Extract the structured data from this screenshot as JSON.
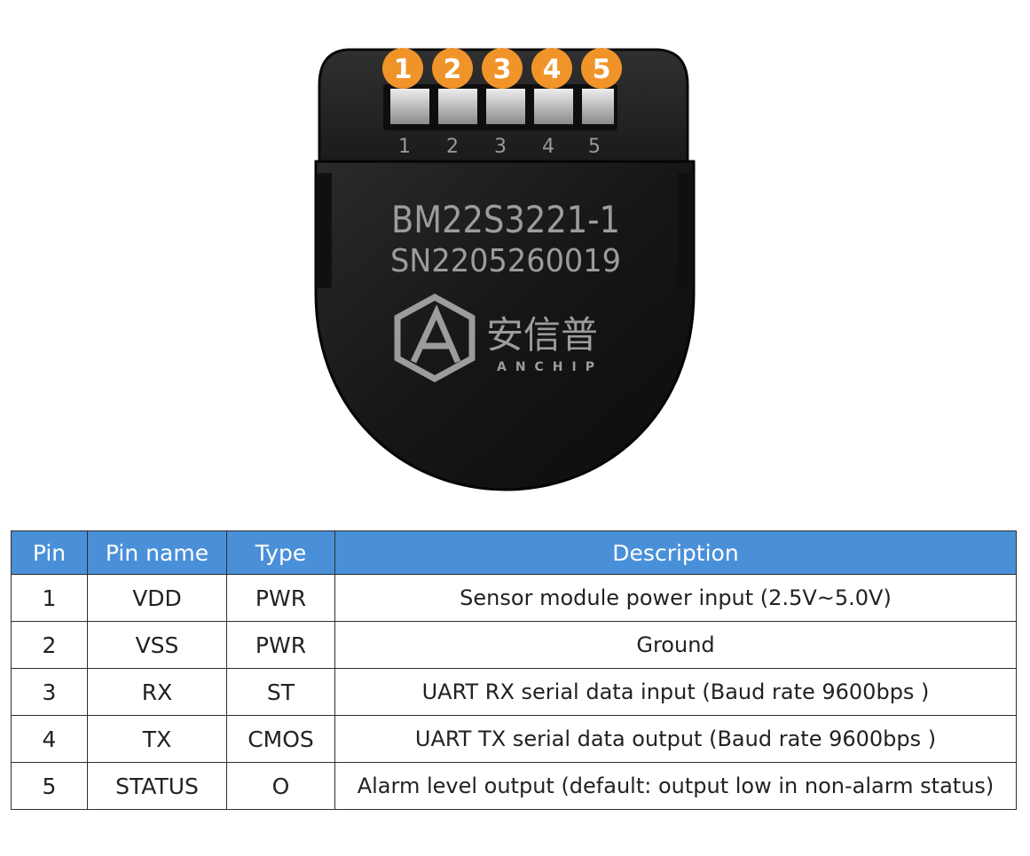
{
  "module": {
    "model": "BM22S3221-1",
    "serial": "SN2205260019",
    "brand_cn": "安信普",
    "brand_en": "ANCHIP",
    "pin_callouts": [
      "1",
      "2",
      "3",
      "4",
      "5"
    ],
    "pin_silkscreen": [
      "1",
      "2",
      "3",
      "4",
      "5"
    ],
    "callout_color": "#f0942a"
  },
  "table": {
    "header_color": "#4a90d9",
    "headers": {
      "pin": "Pin",
      "pin_name": "Pin name",
      "type": "Type",
      "description": "Description"
    },
    "rows": [
      {
        "pin": "1",
        "name": "VDD",
        "type": "PWR",
        "description": "Sensor module power input (2.5V~5.0V)"
      },
      {
        "pin": "2",
        "name": "VSS",
        "type": "PWR",
        "description": "Ground"
      },
      {
        "pin": "3",
        "name": "RX",
        "type": "ST",
        "description": "UART RX serial data input (Baud rate 9600bps )"
      },
      {
        "pin": "4",
        "name": "TX",
        "type": "CMOS",
        "description": "UART TX serial data output (Baud rate 9600bps )"
      },
      {
        "pin": "5",
        "name": "STATUS",
        "type": "O",
        "description": "Alarm level output (default: output low in non-alarm status)"
      }
    ]
  }
}
